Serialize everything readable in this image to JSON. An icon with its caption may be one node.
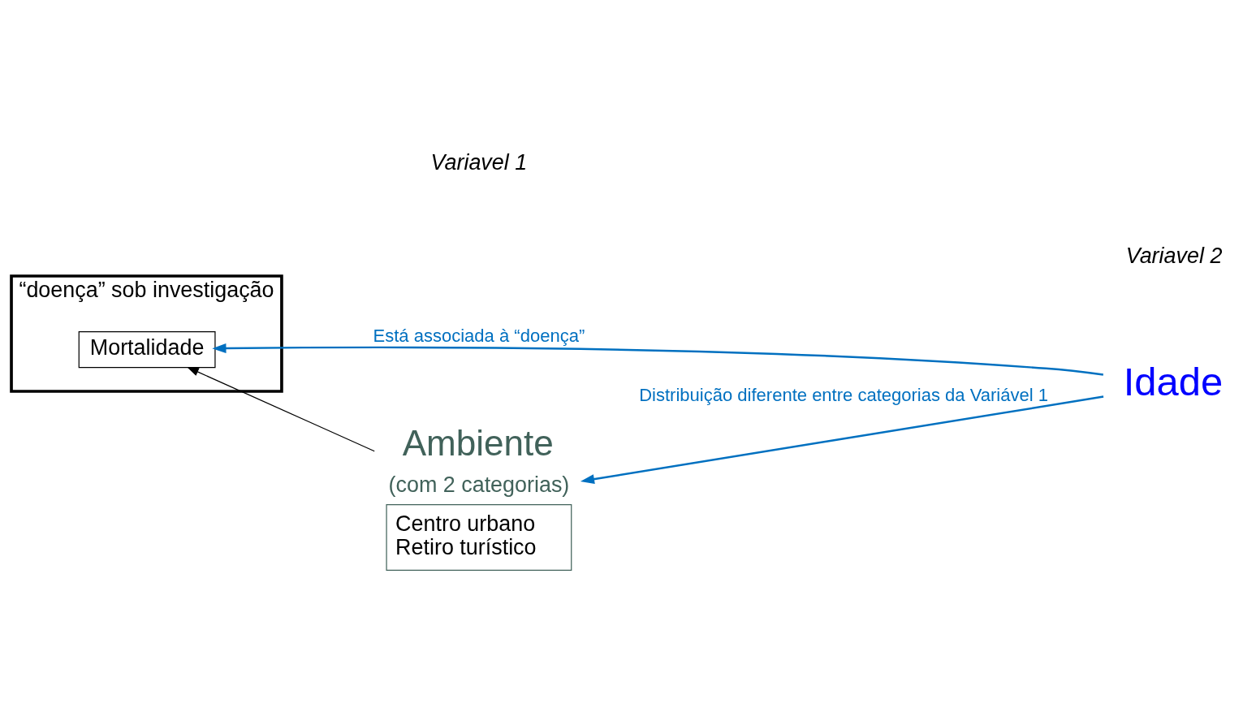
{
  "diagram": {
    "nodes": [
      {
        "text": [
          "“doença” sob investigação"
        ]
      },
      {
        "text": [
          "Mortalidade"
        ],
        "in": 0
      },
      {
        "text": [
          "Ambiente",
          "(com 2 categorias)",
          "Centro urbano",
          "Retiro turístico"
        ]
      },
      {
        "text": [
          "Idade"
        ]
      }
    ],
    "edges": [
      {
        "from": 2,
        "to": 1,
        "arrow": "to",
        "color": "#000000"
      },
      {
        "from": 3,
        "to": 1,
        "arrow": "to",
        "label": "Está associada à “doença”",
        "color": "#0070c0"
      },
      {
        "from": 3,
        "to": 2,
        "arrow": "to",
        "label": "Distribuição diferente entre categorias da Variável 1",
        "color": "#0070c0"
      }
    ],
    "labels": [
      "Variavel 1",
      "Variavel 2"
    ]
  }
}
